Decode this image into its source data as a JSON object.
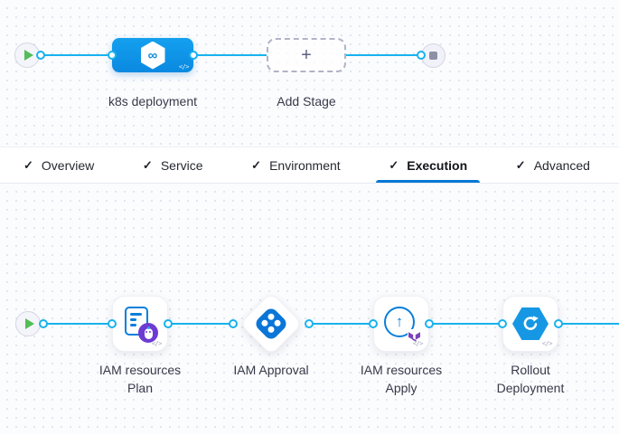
{
  "icons": {
    "check": "✓",
    "plus": "+",
    "code": "</>",
    "infinity": "∞",
    "arrow_up": "↑"
  },
  "colors": {
    "stage_blue": "#0d93e6",
    "flow_line_cyan": "#18b2ee",
    "tab_underline_blue": "#0278d5",
    "approval_blue": "#0b76d8",
    "terraform_purple": "#7b42bc",
    "plan_purple": "#6d3bd2",
    "play_green": "#53bd58",
    "stop_gray": "#8d8fa5",
    "label_text": "#383a49"
  },
  "stage_pipeline": {
    "stage_label": "k8s deployment",
    "add_stage_label": "Add Stage"
  },
  "tabs": [
    {
      "label": "Overview",
      "active": false
    },
    {
      "label": "Service",
      "active": false
    },
    {
      "label": "Environment",
      "active": false
    },
    {
      "label": "Execution",
      "active": true
    },
    {
      "label": "Advanced",
      "active": false
    }
  ],
  "execution_steps": [
    {
      "line1": "IAM resources",
      "line2": "Plan",
      "type": "terraform-plan"
    },
    {
      "line1": "IAM Approval",
      "line2": "",
      "type": "approval"
    },
    {
      "line1": "IAM resources",
      "line2": "Apply",
      "type": "terraform-apply"
    },
    {
      "line1": "Rollout",
      "line2": "Deployment",
      "type": "rollout"
    }
  ]
}
